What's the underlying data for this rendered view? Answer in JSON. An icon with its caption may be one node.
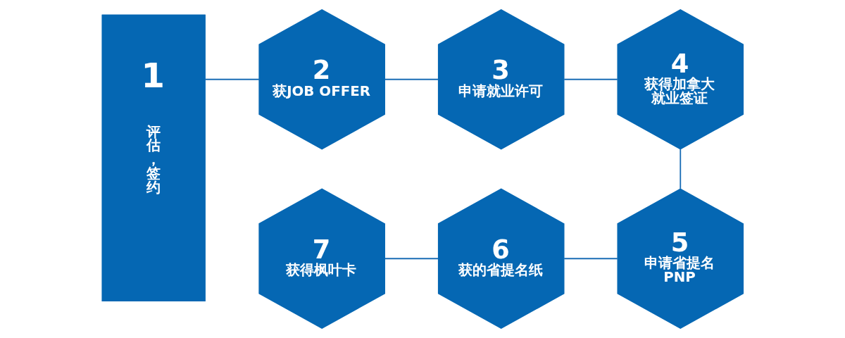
{
  "diagram": {
    "nodes": [
      {
        "text": [
          "1",
          "评估，签约"
        ]
      },
      {
        "text": [
          "2",
          "获JOB OFFER"
        ]
      },
      {
        "text": [
          "3",
          "申请就业许可"
        ]
      },
      {
        "text": [
          "4",
          "获得加拿大就业签证"
        ]
      },
      {
        "text": [
          "5",
          "申请省提名PNP"
        ]
      },
      {
        "text": [
          "6",
          "获的省提名纸"
        ]
      },
      {
        "text": [
          "7",
          "获得枫叶卡"
        ]
      }
    ],
    "edges": [
      {
        "from": 0,
        "to": 1,
        "arrow": "none"
      },
      {
        "from": 1,
        "to": 2,
        "arrow": "none"
      },
      {
        "from": 2,
        "to": 3,
        "arrow": "none"
      },
      {
        "from": 3,
        "to": 4,
        "arrow": "none"
      },
      {
        "from": 4,
        "to": 5,
        "arrow": "none"
      },
      {
        "from": 5,
        "to": 6,
        "arrow": "none"
      }
    ]
  }
}
